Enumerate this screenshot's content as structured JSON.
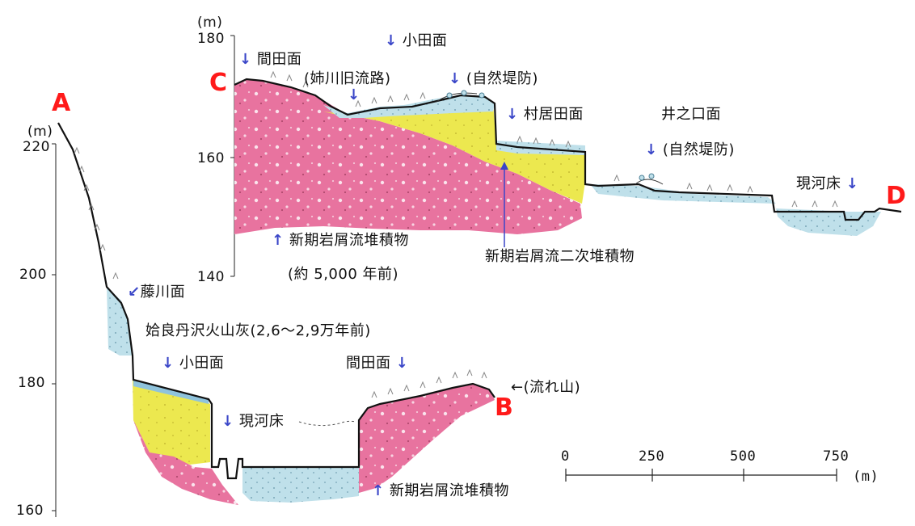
{
  "points": {
    "a": "A",
    "b": "B",
    "c": "C",
    "d": "D"
  },
  "section_ab": {
    "unit": "(m)",
    "y_ticks": [
      "220",
      "200",
      "180",
      "160"
    ],
    "labels": {
      "fujikawa": "藤川面",
      "ash": "姶良丹沢火山灰(2,6〜2,9万年前)",
      "oda": "小田面",
      "current_bed": "現河床",
      "mada": "間田面",
      "nagare": "←(流れ山)",
      "new_debris": "新期岩屑流堆積物"
    }
  },
  "section_cd": {
    "unit": "(m)",
    "y_ticks": [
      "180",
      "160",
      "140"
    ],
    "labels": {
      "mada": "間田面",
      "oda": "小田面",
      "old_channel": "(姉川旧流路)",
      "levee1": "(自然堤防)",
      "murai": "村居田面",
      "inokuchi": "井之口面",
      "levee2": "(自然堤防)",
      "current_bed": "現河床",
      "new_debris": "新期岩屑流堆積物",
      "age": "(約 5,000 年前)",
      "secondary": "新期岩屑流二次堆積物"
    }
  },
  "scale_bar": {
    "ticks": [
      "0",
      "250",
      "500",
      "750"
    ],
    "unit": "(m)"
  },
  "arrows": {
    "down": "↓",
    "up": "↑",
    "diag": "↙"
  },
  "colors": {
    "pink": "#e8739f",
    "yellow": "#ece84f",
    "blue": "#bfe0ea",
    "lightblue": "#8fc3dc",
    "point_red": "#ff1a1a",
    "arrow_blue": "#3a46c8"
  }
}
